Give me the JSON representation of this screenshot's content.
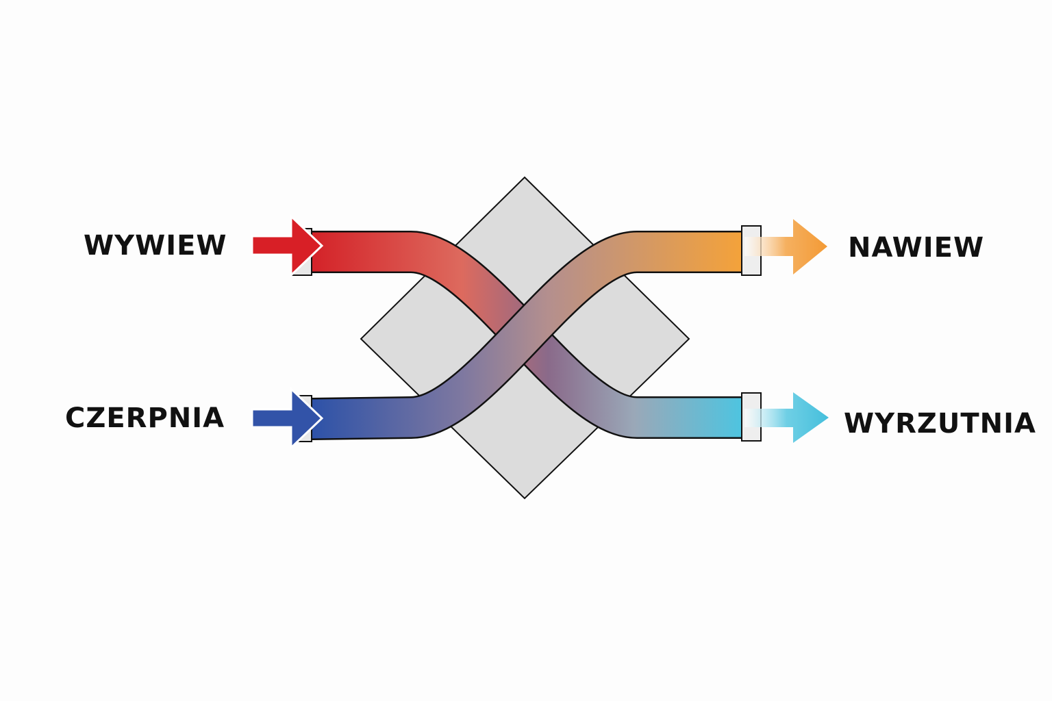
{
  "labels": {
    "exhaust_in": "WYWIEW",
    "fresh_in": "CZERPNIA",
    "supply_out": "NAWIEW",
    "exhaust_out": "WYRZUTNIA"
  },
  "colors": {
    "warm_in": "#d81f26",
    "warm_mid": "#d9675f",
    "cold_in": "#2f55aa",
    "mixed": "#9a8a9c",
    "supply": "#f3a03c",
    "exhaust": "#4fc3df",
    "exchanger": "#dcdcdc"
  }
}
